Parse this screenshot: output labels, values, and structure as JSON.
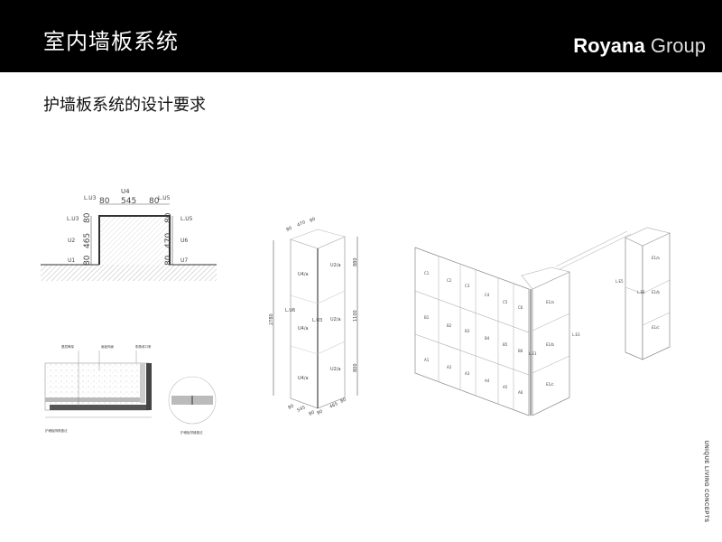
{
  "header": {
    "title": "室内墙板系统",
    "brand_bold": "Royana",
    "brand_light": "Group"
  },
  "subtitle": "护墙板系统的设计要求",
  "side_text": "UNIQUE LIVING CONCEPTS",
  "plan_drawing": {
    "top_label": "U4",
    "top_dims": [
      "80",
      "545",
      "80"
    ],
    "left_dims": [
      "80",
      "465",
      "80"
    ],
    "right_dims": [
      "80",
      "470",
      "80"
    ],
    "left_labels": [
      "L.U3",
      "L.U3",
      "U2",
      "U1"
    ],
    "right_labels": [
      "L.U5",
      "L.U5",
      "U6",
      "U7"
    ]
  },
  "column_drawing": {
    "top_dims": [
      "80",
      "470",
      "80"
    ],
    "height_dim": "2780",
    "right_dims": [
      "880",
      "1100",
      "800"
    ],
    "bottom_dims": [
      "80",
      "545",
      "80",
      "80",
      "465",
      "80"
    ],
    "left_panel_label": "U4/a",
    "right_panel_label": "U2/a",
    "edge_labels": [
      "L.U6",
      "L.U3"
    ]
  },
  "wall_drawing": {
    "panels_top": [
      "C1",
      "C2",
      "C3",
      "C4",
      "C5",
      "C6"
    ],
    "panels_mid": [
      "B1",
      "B2",
      "B3",
      "B4",
      "B5",
      "B6"
    ],
    "panels_bot": [
      "A1",
      "A2",
      "A3",
      "A4",
      "A5",
      "A6"
    ],
    "column_labels": [
      "E1/a",
      "E1/b",
      "E1/c"
    ],
    "edge_labels": [
      "L.E3",
      "L.E1",
      "L.E5",
      "L.E6"
    ]
  },
  "section_detail": {
    "callouts": [
      "基层骨架",
      "面板饰面",
      "阴角收口条"
    ],
    "caption_left": "护墙板阴角做法",
    "caption_right": "护墙板拼缝做法"
  }
}
